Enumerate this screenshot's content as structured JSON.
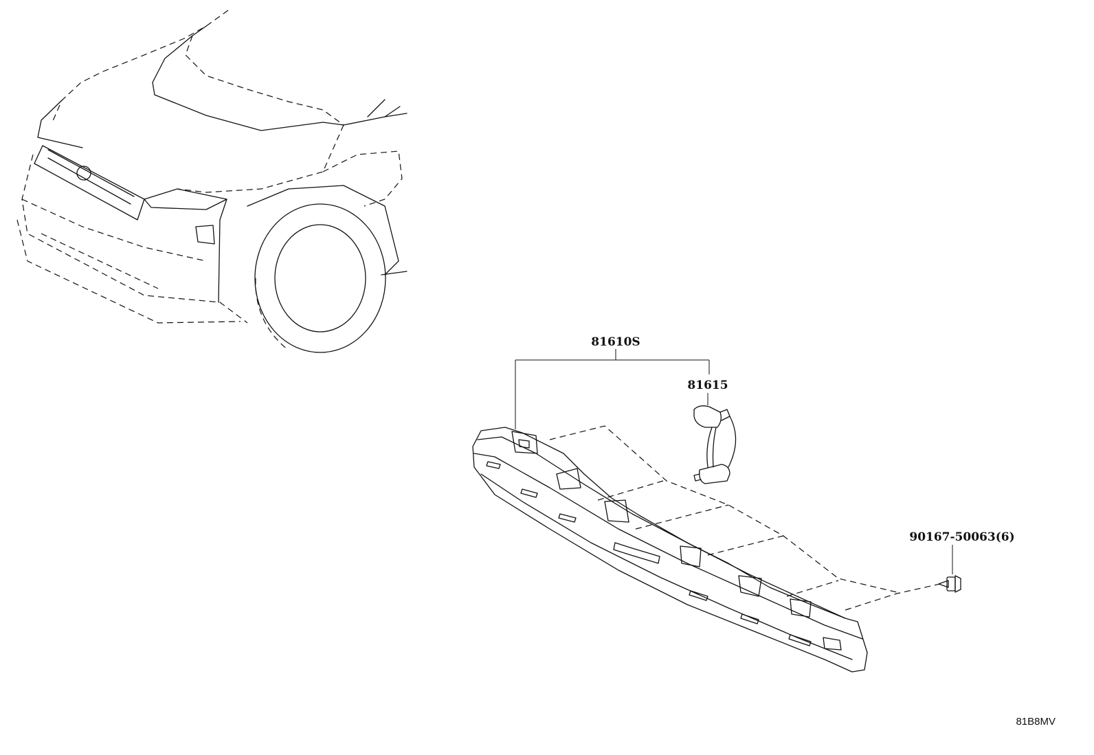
{
  "labels": {
    "assembly": "81610S",
    "socket": "81615",
    "clip": "90167-50063(6)"
  },
  "diagram_code": "81B8MV"
}
